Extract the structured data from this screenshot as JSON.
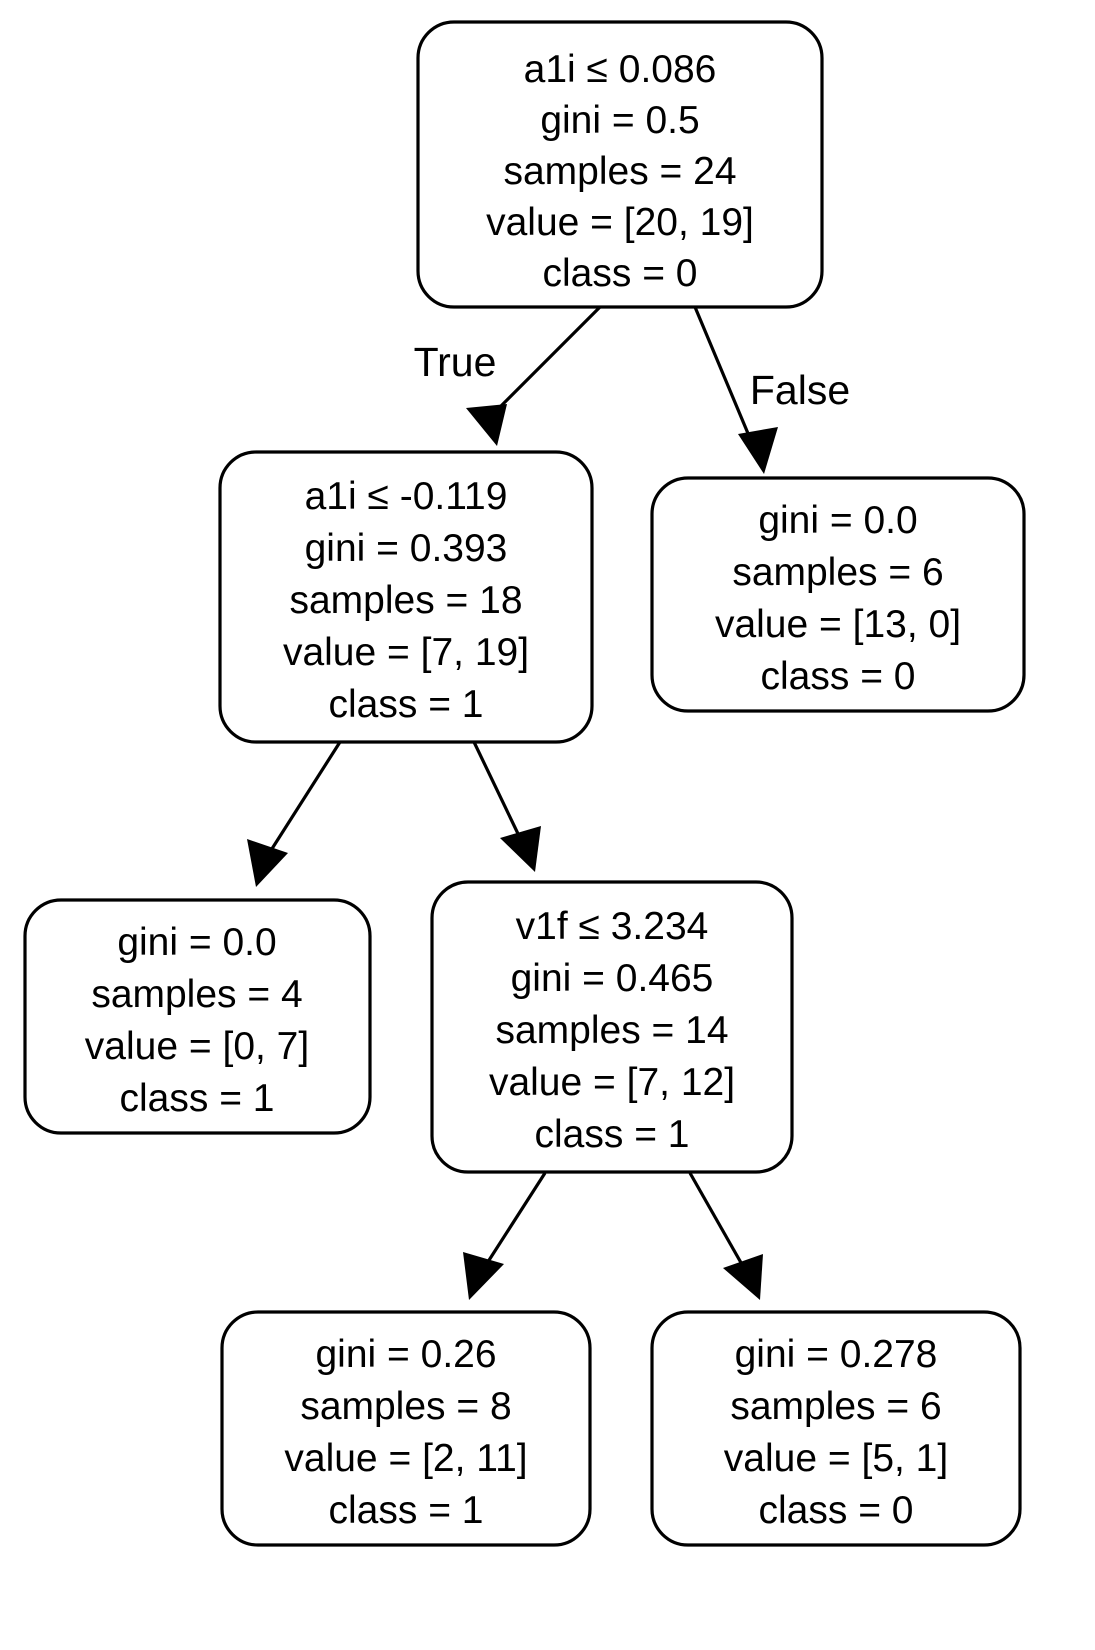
{
  "diagram": {
    "type": "decision-tree",
    "title": "",
    "criterion": "gini",
    "class_names": [
      "0",
      "1"
    ],
    "edge_labels": {
      "true": "True",
      "false": "False"
    },
    "nodes": [
      {
        "id": "root",
        "feature_test": "a1i ≤ 0.086",
        "gini": "gini = 0.5",
        "samples": "samples = 24",
        "value": "value = [20, 19]",
        "class": "class = 0",
        "is_leaf": false
      },
      {
        "id": "n1",
        "feature_test": "a1i ≤ -0.119",
        "gini": "gini = 0.393",
        "samples": "samples = 18",
        "value": "value = [7, 19]",
        "class": "class = 1",
        "is_leaf": false
      },
      {
        "id": "n2",
        "feature_test": "",
        "gini": "gini = 0.0",
        "samples": "samples = 6",
        "value": "value = [13, 0]",
        "class": "class = 0",
        "is_leaf": true
      },
      {
        "id": "n3",
        "feature_test": "",
        "gini": "gini = 0.0",
        "samples": "samples = 4",
        "value": "value = [0, 7]",
        "class": "class = 1",
        "is_leaf": true
      },
      {
        "id": "n4",
        "feature_test": "v1f ≤ 3.234",
        "gini": "gini = 0.465",
        "samples": "samples = 14",
        "value": "value = [7, 12]",
        "class": "class = 1",
        "is_leaf": false
      },
      {
        "id": "n5",
        "feature_test": "",
        "gini": "gini = 0.26",
        "samples": "samples = 8",
        "value": "value = [2, 11]",
        "class": "class = 1",
        "is_leaf": true
      },
      {
        "id": "n6",
        "feature_test": "",
        "gini": "gini = 0.278",
        "samples": "samples = 6",
        "value": "value = [5, 1]",
        "class": "class = 0",
        "is_leaf": true
      }
    ],
    "edges": [
      {
        "from": "root",
        "to": "n1",
        "label": "True"
      },
      {
        "from": "root",
        "to": "n2",
        "label": "False"
      },
      {
        "from": "n1",
        "to": "n3",
        "label": ""
      },
      {
        "from": "n1",
        "to": "n4",
        "label": ""
      },
      {
        "from": "n4",
        "to": "n5",
        "label": ""
      },
      {
        "from": "n4",
        "to": "n6",
        "label": ""
      }
    ],
    "colors": {
      "node_fill": "#ffffff",
      "node_stroke": "#000000",
      "text": "#000000",
      "edge": "#000000",
      "background": "#ffffff"
    }
  }
}
